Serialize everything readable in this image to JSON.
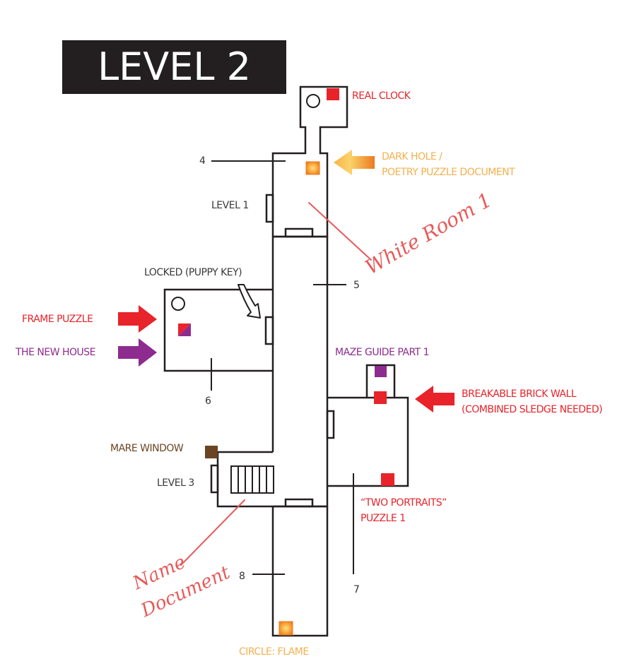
{
  "title": "LEVEL 2",
  "colors": {
    "wall": "#231f20",
    "red": "#e8232a",
    "orange": "#f08a24",
    "orange_text": "#f3b04e",
    "purple": "#8e2b8e",
    "brown": "#6b4423",
    "handwriting": "#e85a5a"
  },
  "labels": {
    "real_clock": "REAL CLOCK",
    "dark_hole_line1": "DARK HOLE /",
    "dark_hole_line2": "POETRY PUZZLE DOCUMENT",
    "level1": "LEVEL 1",
    "locked": "LOCKED (PUPPY KEY)",
    "frame_puzzle": "FRAME PUZZLE",
    "new_house": "THE NEW HOUSE",
    "maze_guide": "MAZE GUIDE PART 1",
    "brick_wall_line1": "BREAKABLE BRICK WALL",
    "brick_wall_line2": "(COMBINED SLEDGE NEEDED)",
    "mare_window": "MARE WINDOW",
    "level3": "LEVEL 3",
    "two_portraits_line1": "“TWO PORTRAITS”",
    "two_portraits_line2": "PUZZLE 1",
    "circle_flame": "CIRCLE: FLAME"
  },
  "room_numbers": {
    "r4": "4",
    "r5": "5",
    "r6": "6",
    "r7": "7",
    "r8": "8"
  },
  "handwritten": {
    "white_room": "White Room 1",
    "name_doc_line1": "Name",
    "name_doc_line2": "Document"
  },
  "icons": [
    "circle-clock-icon",
    "arrow-icon",
    "stairs-icon",
    "door-icon",
    "item-marker-icon"
  ]
}
